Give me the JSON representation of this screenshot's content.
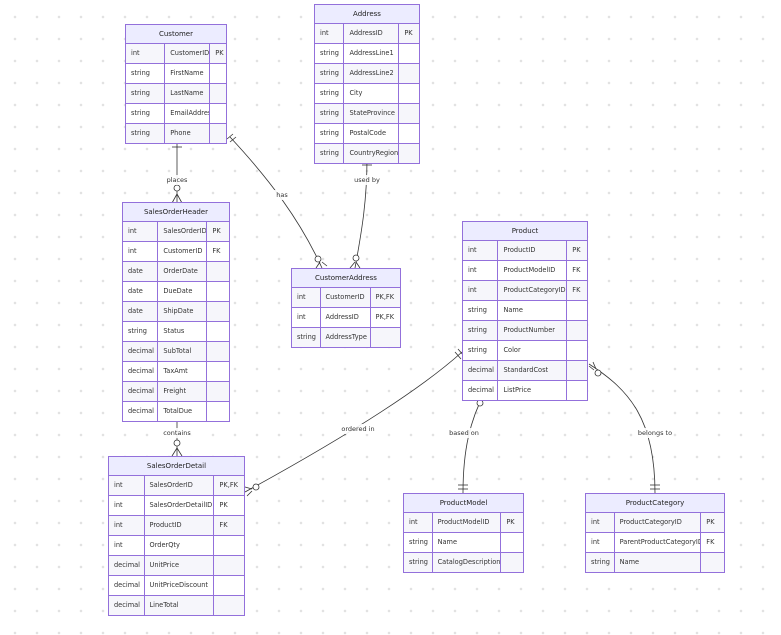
{
  "entities": [
    {
      "name": "Customer",
      "attributes": [
        [
          "int",
          "CustomerID",
          "PK"
        ],
        [
          "string",
          "FirstName",
          ""
        ],
        [
          "string",
          "LastName",
          ""
        ],
        [
          "string",
          "EmailAddress",
          ""
        ],
        [
          "string",
          "Phone",
          ""
        ]
      ]
    },
    {
      "name": "Address",
      "attributes": [
        [
          "int",
          "AddressID",
          "PK"
        ],
        [
          "string",
          "AddressLine1",
          ""
        ],
        [
          "string",
          "AddressLine2",
          ""
        ],
        [
          "string",
          "City",
          ""
        ],
        [
          "string",
          "StateProvince",
          ""
        ],
        [
          "string",
          "PostalCode",
          ""
        ],
        [
          "string",
          "CountryRegion",
          ""
        ]
      ]
    },
    {
      "name": "SalesOrderHeader",
      "attributes": [
        [
          "int",
          "SalesOrderID",
          "PK"
        ],
        [
          "int",
          "CustomerID",
          "FK"
        ],
        [
          "date",
          "OrderDate",
          ""
        ],
        [
          "date",
          "DueDate",
          ""
        ],
        [
          "date",
          "ShipDate",
          ""
        ],
        [
          "string",
          "Status",
          ""
        ],
        [
          "decimal",
          "SubTotal",
          ""
        ],
        [
          "decimal",
          "TaxAmt",
          ""
        ],
        [
          "decimal",
          "Freight",
          ""
        ],
        [
          "decimal",
          "TotalDue",
          ""
        ]
      ]
    },
    {
      "name": "CustomerAddress",
      "attributes": [
        [
          "int",
          "CustomerID",
          "PK,FK"
        ],
        [
          "int",
          "AddressID",
          "PK,FK"
        ],
        [
          "string",
          "AddressType",
          ""
        ]
      ]
    },
    {
      "name": "Product",
      "attributes": [
        [
          "int",
          "ProductID",
          "PK"
        ],
        [
          "int",
          "ProductModelID",
          "FK"
        ],
        [
          "int",
          "ProductCategoryID",
          "FK"
        ],
        [
          "string",
          "Name",
          ""
        ],
        [
          "string",
          "ProductNumber",
          ""
        ],
        [
          "string",
          "Color",
          ""
        ],
        [
          "decimal",
          "StandardCost",
          ""
        ],
        [
          "decimal",
          "ListPrice",
          ""
        ]
      ]
    },
    {
      "name": "SalesOrderDetail",
      "attributes": [
        [
          "int",
          "SalesOrderID",
          "PK,FK"
        ],
        [
          "int",
          "SalesOrderDetailID",
          "PK"
        ],
        [
          "int",
          "ProductID",
          "FK"
        ],
        [
          "int",
          "OrderQty",
          ""
        ],
        [
          "decimal",
          "UnitPrice",
          ""
        ],
        [
          "decimal",
          "UnitPriceDiscount",
          ""
        ],
        [
          "decimal",
          "LineTotal",
          ""
        ]
      ]
    },
    {
      "name": "ProductModel",
      "attributes": [
        [
          "int",
          "ProductModelID",
          "PK"
        ],
        [
          "string",
          "Name",
          ""
        ],
        [
          "string",
          "CatalogDescription",
          ""
        ]
      ]
    },
    {
      "name": "ProductCategory",
      "attributes": [
        [
          "int",
          "ProductCategoryID",
          "PK"
        ],
        [
          "int",
          "ParentProductCategoryID",
          "FK"
        ],
        [
          "string",
          "Name",
          ""
        ]
      ]
    }
  ],
  "relationships": [
    {
      "label": "places",
      "from": "Customer",
      "to": "SalesOrderHeader"
    },
    {
      "label": "has",
      "from": "Customer",
      "to": "CustomerAddress"
    },
    {
      "label": "used by",
      "from": "Address",
      "to": "CustomerAddress"
    },
    {
      "label": "contains",
      "from": "SalesOrderHeader",
      "to": "SalesOrderDetail"
    },
    {
      "label": "ordered in",
      "from": "Product",
      "to": "SalesOrderDetail"
    },
    {
      "label": "based on",
      "from": "Product",
      "to": "ProductModel"
    },
    {
      "label": "belongs to",
      "from": "Product",
      "to": "ProductCategory"
    }
  ]
}
